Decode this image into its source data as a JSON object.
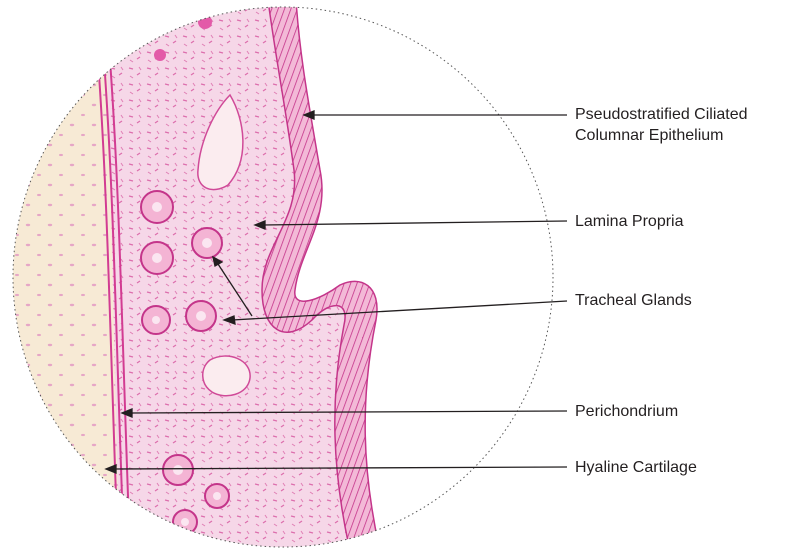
{
  "labels": {
    "epithelium_line1": "Pseudostratified Ciliated",
    "epithelium_line2": "Columnar Epithelium",
    "lamina_propria": "Lamina Propria",
    "tracheal_glands": "Tracheal Glands",
    "perichondrium": "Perichondrium",
    "hyaline_cartilage": "Hyaline Cartilage"
  },
  "colors": {
    "stain_pink": "#e35aa8",
    "stain_dark": "#c4358a",
    "tissue_light": "#f6d7e8",
    "cartilage": "#f7ead5",
    "label_text": "#231f20",
    "leader_line": "#231f20"
  }
}
